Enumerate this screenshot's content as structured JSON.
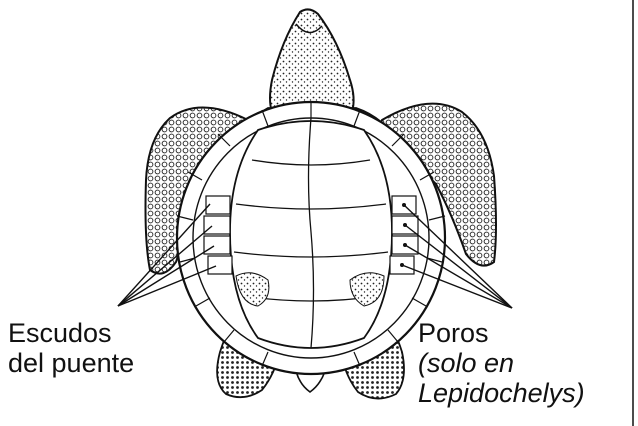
{
  "labels": {
    "left": {
      "line1": "Escudos",
      "line2": "del puente"
    },
    "right": {
      "line1": "Poros",
      "line2": "(solo en",
      "line3": "Lepidochelys)"
    }
  },
  "colors": {
    "ink": "#111111",
    "background": "#ffffff"
  }
}
